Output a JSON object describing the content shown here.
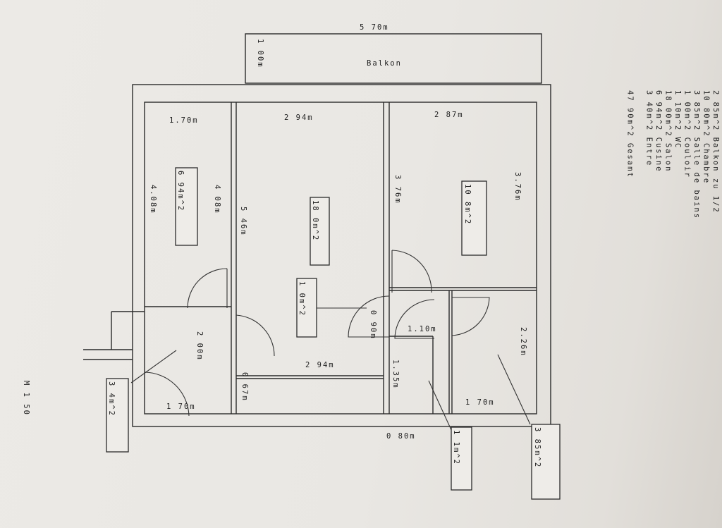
{
  "dimensions": {
    "top_width": "5 70m",
    "balcony_depth": "1 00m",
    "left_room_width": "1.70m",
    "left_room_h1": "4 08m",
    "left_room_h2": "4.08m",
    "center_width": "2 94m",
    "center_height": "5 46m",
    "right_width": "2 87m",
    "right_h1": "3 76m",
    "right_h2": "3.76m",
    "door_90": "0 90m",
    "corr_width": "1.10m",
    "right_small_h": "2.26m",
    "entry_h": "2 00m",
    "entry_w": "1 70m",
    "center_bottom_w": "2 94m",
    "small_h": "0 67m",
    "wc_h": "1.35m",
    "bottom_right_w": "1 70m",
    "bottom_total": "0 80m"
  },
  "labels": {
    "balcony": "Balkon",
    "scale": "M 1 50"
  },
  "areas": {
    "left_room": "6 94m^2",
    "center_room": "18 0m^2",
    "corridor": "1 0m^2",
    "right_room": "10 8m^2",
    "entry": "3 4m^2",
    "wc": "1 1m^2",
    "bathroom": "3 85m^2"
  },
  "legend": [
    "2 85m^2 Balkon zu 1/2",
    "10 80m^2 Chambre",
    "3 85m^2 Salle de bains",
    "1 00m^2 Couloir",
    "1 10m^2 WC",
    "18 00m^2 Salon",
    "6 94m^2 Cusine",
    "3 40m^2 Entre",
    "",
    "47 90m^2 Gesamt"
  ]
}
